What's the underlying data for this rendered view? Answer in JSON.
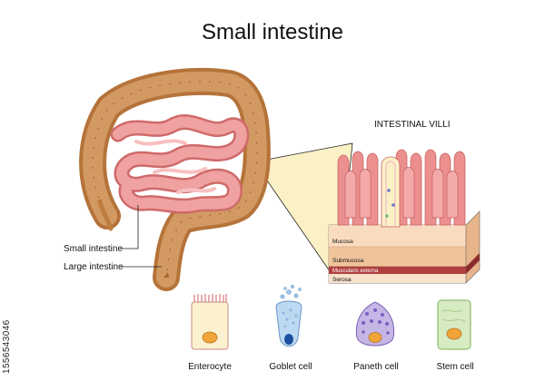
{
  "title": "Small intestine",
  "villi_heading": "INTESTINAL VILLI",
  "organ_labels": {
    "small_intestine": "Small intestine",
    "large_intestine": "Large intestine"
  },
  "layers": {
    "mucosa": "Mucosa",
    "submucosa": "Submucosa",
    "muscularis": "Muscularis externa",
    "serosa": "Serosa"
  },
  "cells": [
    {
      "label": "Enterocyte"
    },
    {
      "label": "Goblet cell"
    },
    {
      "label": "Paneth cell"
    },
    {
      "label": "Stem cell"
    }
  ],
  "stock_id": "1556543046",
  "colors": {
    "large_intestine": "#c98a4e",
    "small_intestine": "#ea8c8c",
    "villi": "#ec8f8f",
    "callout": "#fbf1c6"
  }
}
